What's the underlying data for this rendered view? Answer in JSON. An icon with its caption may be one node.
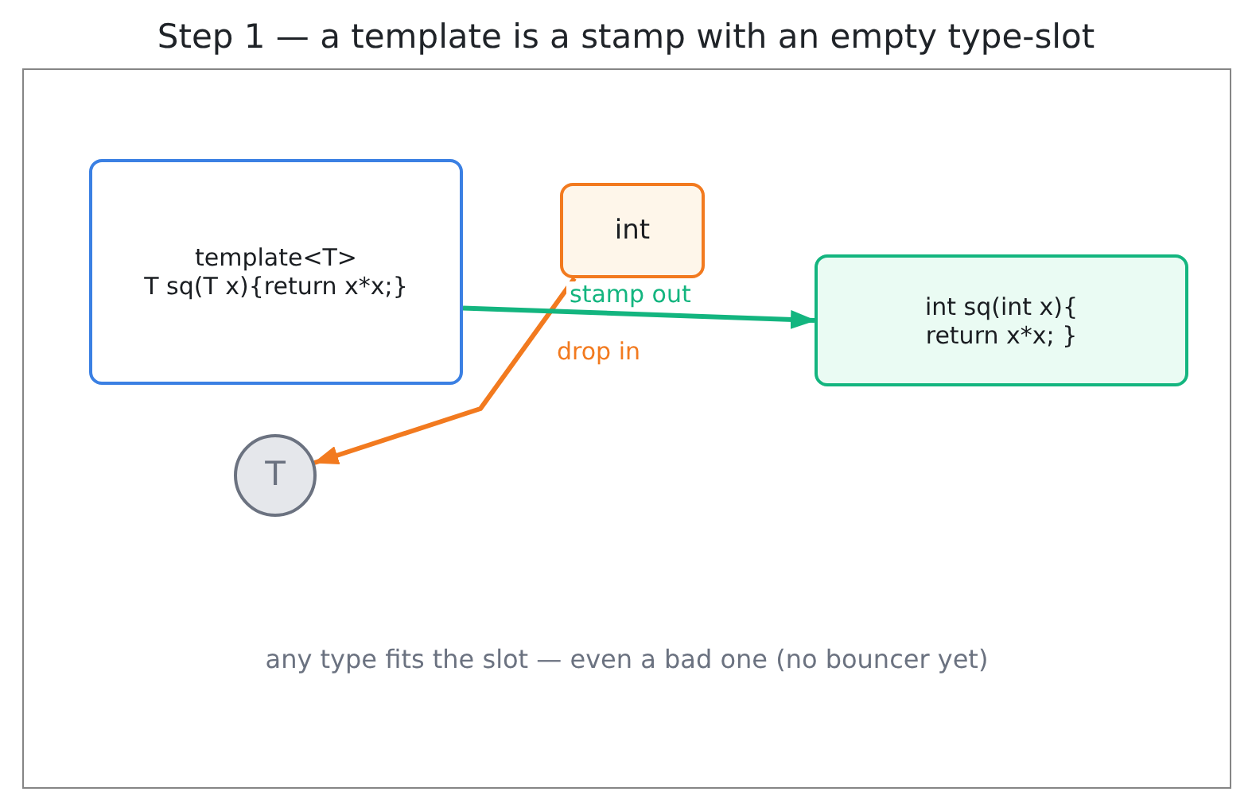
{
  "diagram": {
    "title": "Step 1 — a template is a stamp with an empty type-slot",
    "nodes": [
      {
        "text": [
          "template<T>",
          "T sq(T x){return x*x;}"
        ]
      },
      {
        "text": [
          "int"
        ]
      },
      {
        "text": [
          "int sq(int x){",
          "return x*x; }"
        ]
      },
      {
        "text": [
          "T"
        ]
      }
    ],
    "edges": [
      {
        "from": 1,
        "to": 3,
        "arrow": "to",
        "label": "drop in",
        "color": "#f27a1f"
      },
      {
        "from": 0,
        "to": 2,
        "arrow": "to",
        "label": "stamp out",
        "color": "#13b57f"
      }
    ],
    "labels": [
      "any type fits the slot — even a bad one (no bouncer yet)"
    ]
  }
}
